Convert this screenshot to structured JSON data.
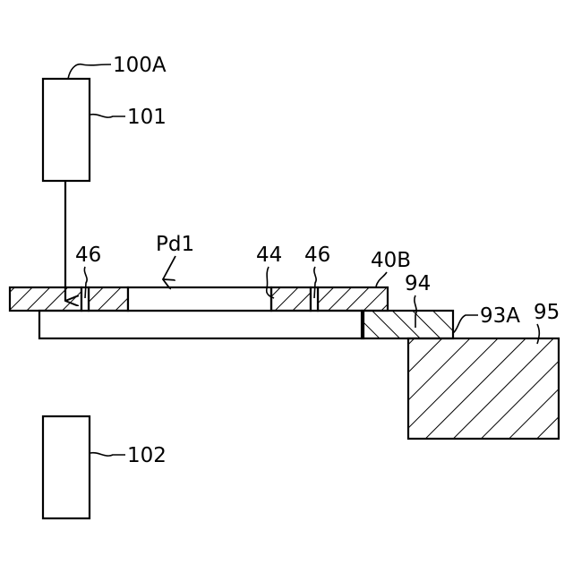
{
  "labels": {
    "ref_100A": "100A",
    "ref_101": "101",
    "ref_102": "102",
    "ref_Pd1": "Pd1",
    "ref_46_left": "46",
    "ref_44": "44",
    "ref_46_right": "46",
    "ref_40B": "40B",
    "ref_94": "94",
    "ref_93A": "93A",
    "ref_95": "95"
  },
  "colors": {
    "line": "#000000",
    "background": "#ffffff"
  }
}
